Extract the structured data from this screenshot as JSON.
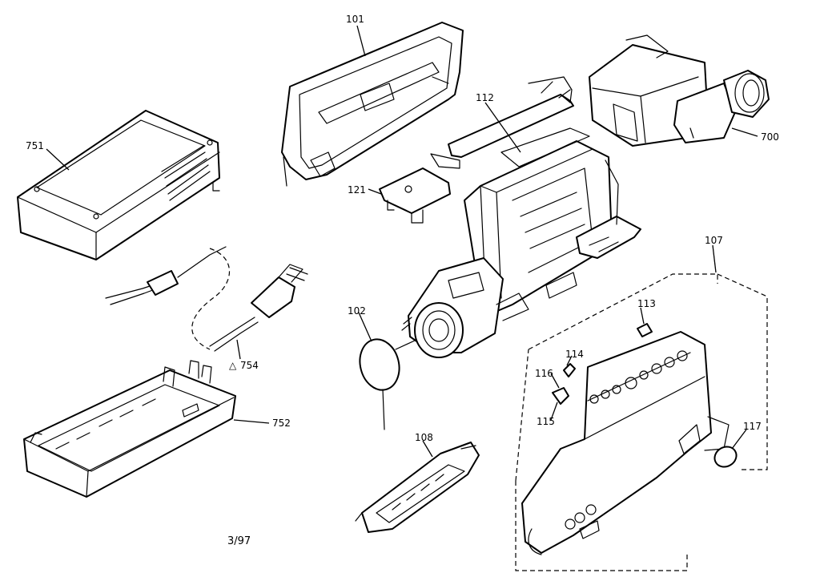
{
  "diagram": {
    "footer_code": "3/97",
    "labels": {
      "p101": "101",
      "p112": "112",
      "p121": "121",
      "p700": "700",
      "p751": "751",
      "p754": "754",
      "p752": "752",
      "p102": "102",
      "p107": "107",
      "p113": "113",
      "p114": "114",
      "p116": "116",
      "p115": "115",
      "p117": "117",
      "p108": "108"
    },
    "safety_symbol": "△"
  }
}
